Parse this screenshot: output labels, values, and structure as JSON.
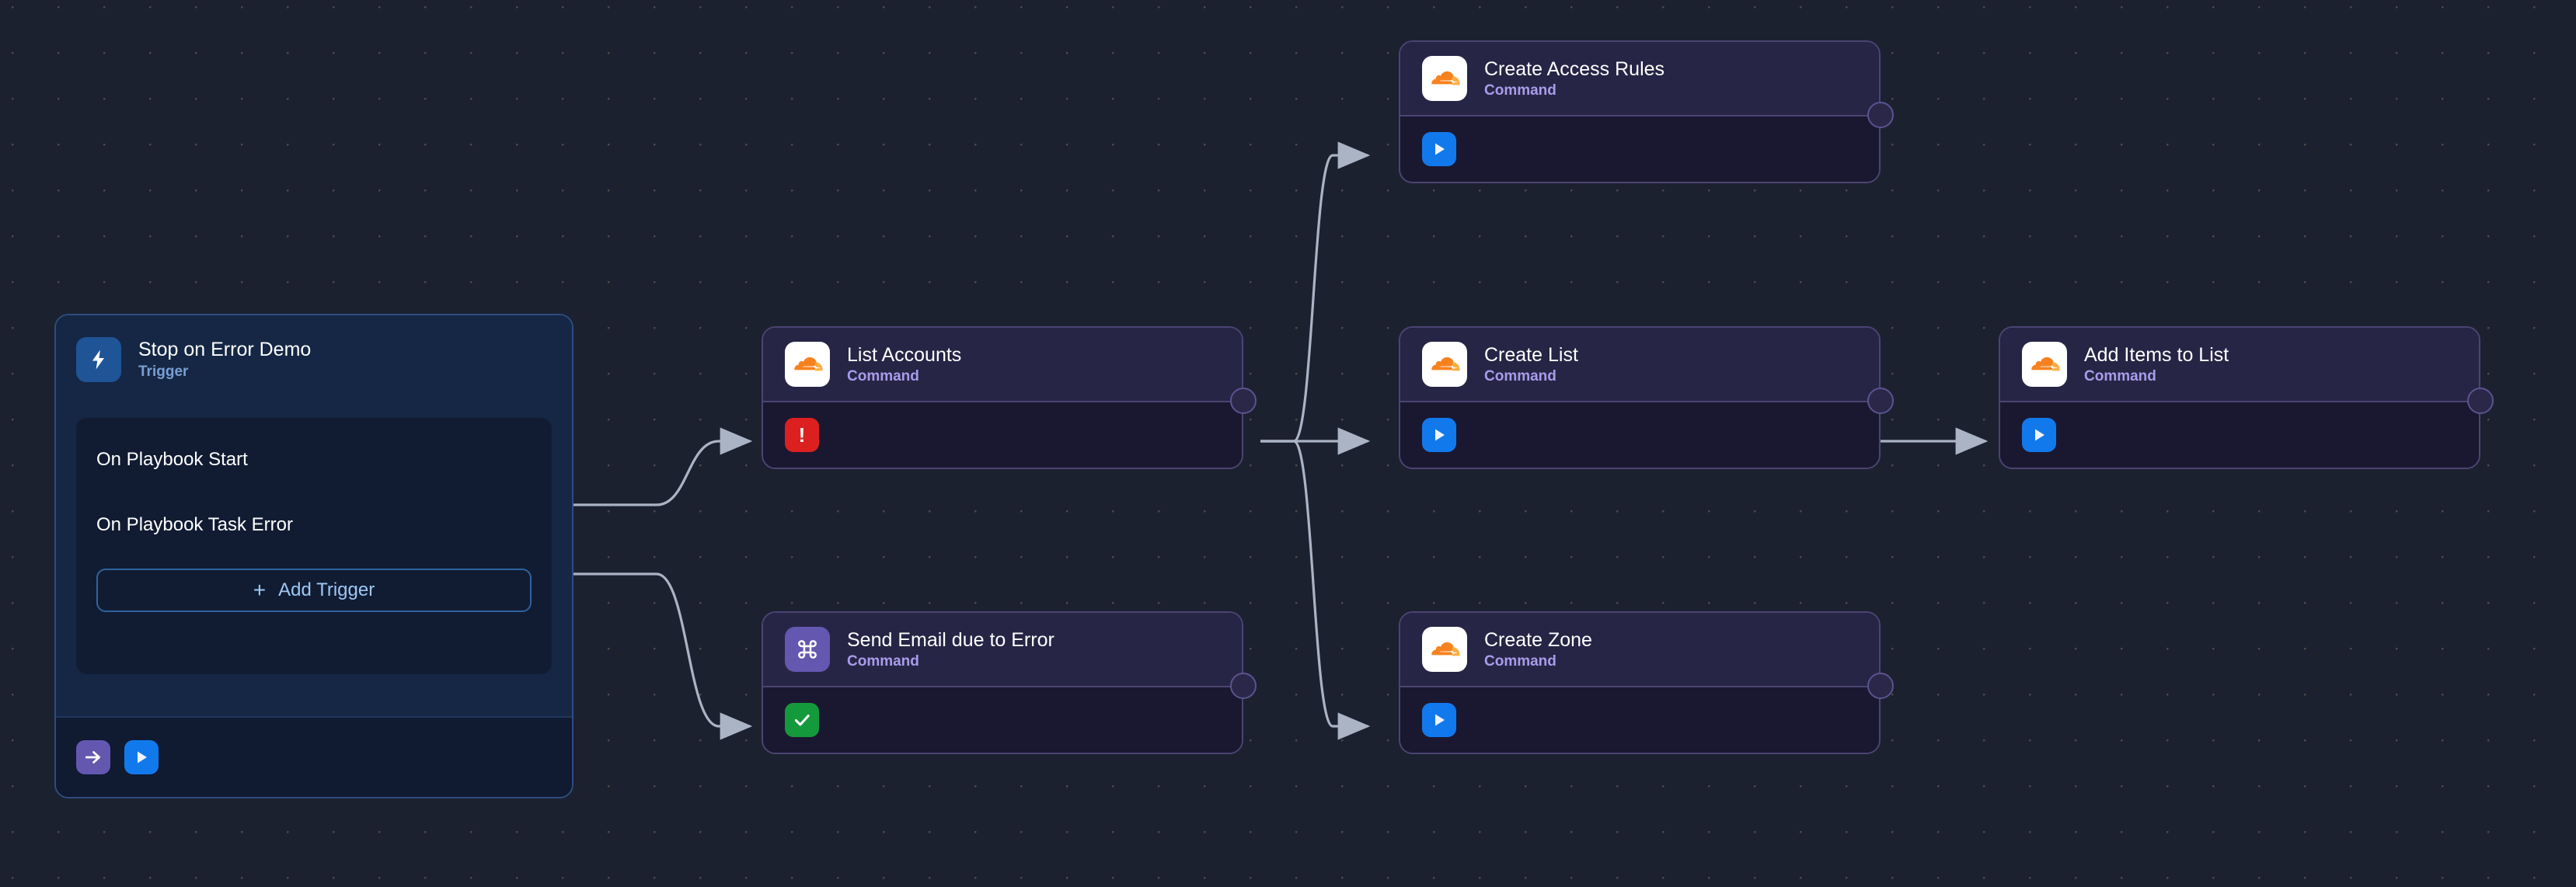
{
  "canvas": {
    "background_color": "#1c2130",
    "grid_dot_color": "#4a4a45",
    "edge_color": "#aab4c4"
  },
  "trigger_node": {
    "title": "Stop on Error Demo",
    "subtitle": "Trigger",
    "icon": "lightning-bolt-icon",
    "icon_glyph": "⚡",
    "accent_color": "#1f5496",
    "triggers": [
      {
        "label": "On Playbook Start"
      },
      {
        "label": "On Playbook Task Error"
      }
    ],
    "add_trigger": {
      "label": "Add Trigger",
      "plus": "+"
    },
    "footer_buttons": [
      {
        "name": "go-to-button",
        "glyph": "→",
        "color": "#6457b0"
      },
      {
        "name": "run-button",
        "glyph": "▶",
        "color": "#1279ed"
      }
    ]
  },
  "nodes": [
    {
      "id": "create-access-rules",
      "title": "Create Access Rules",
      "subtitle": "Command",
      "icon": "cloudflare-icon",
      "status": {
        "name": "run-button",
        "type": "play",
        "glyph": "▶",
        "color": "#1279ed"
      }
    },
    {
      "id": "list-accounts",
      "title": "List Accounts",
      "subtitle": "Command",
      "icon": "cloudflare-icon",
      "status": {
        "name": "error-badge",
        "type": "err",
        "glyph": "!",
        "color": "#dc2020"
      }
    },
    {
      "id": "create-list",
      "title": "Create List",
      "subtitle": "Command",
      "icon": "cloudflare-icon",
      "status": {
        "name": "run-button",
        "type": "play",
        "glyph": "▶",
        "color": "#1279ed"
      }
    },
    {
      "id": "add-items-to-list",
      "title": "Add Items to List",
      "subtitle": "Command",
      "icon": "cloudflare-icon",
      "status": {
        "name": "run-button",
        "type": "play",
        "glyph": "▶",
        "color": "#1279ed"
      }
    },
    {
      "id": "send-email-due-to-error",
      "title": "Send Email due to Error",
      "subtitle": "Command",
      "icon": "command-key-icon",
      "status": {
        "name": "success-badge",
        "type": "ok",
        "glyph": "✓",
        "color": "#15993d"
      }
    },
    {
      "id": "create-zone",
      "title": "Create Zone",
      "subtitle": "Command",
      "icon": "cloudflare-icon",
      "status": {
        "name": "run-button",
        "type": "play",
        "glyph": "▶",
        "color": "#1279ed"
      }
    }
  ]
}
